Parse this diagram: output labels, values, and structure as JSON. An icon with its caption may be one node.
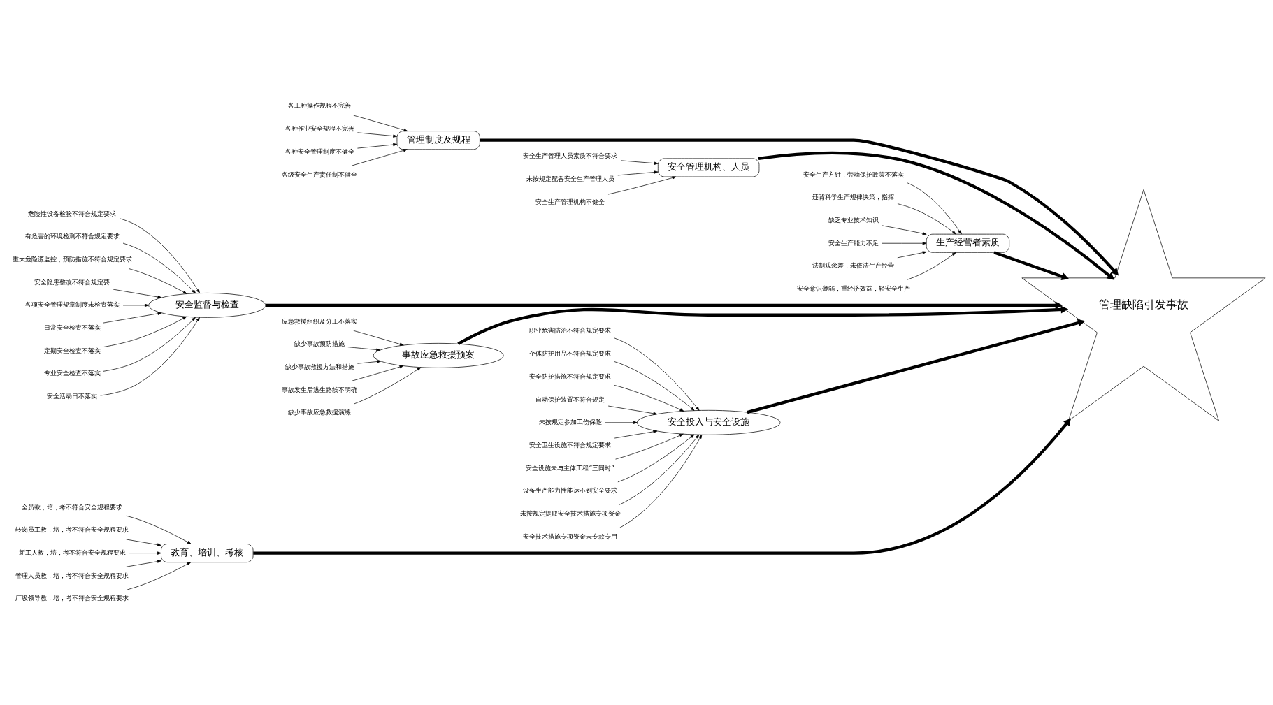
{
  "diagram": {
    "nodes": [
      {
        "text": [
          "教育、培训、考核"
        ]
      },
      {
        "text": [
          "全员教，培，考不符合安全规程要求"
        ]
      },
      {
        "text": [
          "转岗员工教，培，考不符合安全规程要求"
        ]
      },
      {
        "text": [
          "新工人教，培，考不符合安全规程要求"
        ]
      },
      {
        "text": [
          "管理人员教，培，考不符合安全规程要求"
        ]
      },
      {
        "text": [
          "厂级领导教，培，考不符合安全规程要求"
        ]
      },
      {
        "text": [
          "管理制度及规程"
        ]
      },
      {
        "text": [
          "各工种操作规程不完善"
        ]
      },
      {
        "text": [
          "各种作业安全规程不完善"
        ]
      },
      {
        "text": [
          "各种安全管理制度不健全"
        ]
      },
      {
        "text": [
          "各级安全生产责任制不健全"
        ]
      },
      {
        "text": [
          "安全管理机构、人员"
        ]
      },
      {
        "text": [
          "安全生产管理人员素质不符合要求"
        ]
      },
      {
        "text": [
          "未按规定配备安全生产管理人员"
        ]
      },
      {
        "text": [
          "安全生产管理机构不健全"
        ]
      },
      {
        "text": [
          "生产经营者素质"
        ]
      },
      {
        "text": [
          "安全生产方针，劳动保护政策不落实"
        ]
      },
      {
        "text": [
          "违背科学生产规律决策，指挥"
        ]
      },
      {
        "text": [
          "缺乏专业技术知识"
        ]
      },
      {
        "text": [
          "安全生产能力不足"
        ]
      },
      {
        "text": [
          "法制观念差，未依法生产经营"
        ]
      },
      {
        "text": [
          "安全意识薄弱，重经济效益，轻安全生产"
        ]
      },
      {
        "text": [
          "安全监督与检查"
        ]
      },
      {
        "text": [
          "危险性设备检验不符合规定要求"
        ]
      },
      {
        "text": [
          "有危害的环境检测不符合规定要求"
        ]
      },
      {
        "text": [
          "重大危险源监控，预防措施不符合规定要求"
        ]
      },
      {
        "text": [
          "安全隐患整改不符合规定要"
        ]
      },
      {
        "text": [
          "各项安全管理规章制度未检查落实"
        ]
      },
      {
        "text": [
          "日常安全检查不落实"
        ]
      },
      {
        "text": [
          "定期安全检查不落实"
        ]
      },
      {
        "text": [
          "专业安全检查不落实"
        ]
      },
      {
        "text": [
          "安全活动日不落实"
        ]
      },
      {
        "text": [
          "事故应急救援预案"
        ]
      },
      {
        "text": [
          "应急救援组织及分工不落实"
        ]
      },
      {
        "text": [
          "缺少事故预防措施"
        ]
      },
      {
        "text": [
          "缺少事故救援方法和措施"
        ]
      },
      {
        "text": [
          "事故发生后逃生路线不明确"
        ]
      },
      {
        "text": [
          "缺少事故应急救援演练"
        ]
      },
      {
        "text": [
          "安全投入与安全设施"
        ]
      },
      {
        "text": [
          "职业危害防治不符合规定要求"
        ]
      },
      {
        "text": [
          "个体防护用品不符合规定要求"
        ]
      },
      {
        "text": [
          "安全防护措施不符合规定要求"
        ]
      },
      {
        "text": [
          "自动保护装置不符合规定"
        ]
      },
      {
        "text": [
          "未按规定参加工伤保险"
        ]
      },
      {
        "text": [
          "安全卫生设施不符合规定要求"
        ]
      },
      {
        "text": [
          "安全设施未与主体工程“三同时”"
        ]
      },
      {
        "text": [
          "设备生产能力性能达不到安全要求"
        ]
      },
      {
        "text": [
          "未按规定提取安全技术措施专项资金"
        ]
      },
      {
        "text": [
          "安全技术措施专项资金未专款专用"
        ]
      },
      {
        "text": [
          "管理缺陷引发事故"
        ]
      }
    ],
    "edges": [
      {
        "from": 1,
        "to": 0,
        "arrow": "to"
      },
      {
        "from": 2,
        "to": 0,
        "arrow": "to"
      },
      {
        "from": 3,
        "to": 0,
        "arrow": "to"
      },
      {
        "from": 4,
        "to": 0,
        "arrow": "to"
      },
      {
        "from": 5,
        "to": 0,
        "arrow": "to"
      },
      {
        "from": 7,
        "to": 6,
        "arrow": "to"
      },
      {
        "from": 8,
        "to": 6,
        "arrow": "to"
      },
      {
        "from": 9,
        "to": 6,
        "arrow": "to"
      },
      {
        "from": 10,
        "to": 6,
        "arrow": "to"
      },
      {
        "from": 12,
        "to": 11,
        "arrow": "to"
      },
      {
        "from": 13,
        "to": 11,
        "arrow": "to"
      },
      {
        "from": 14,
        "to": 11,
        "arrow": "to"
      },
      {
        "from": 16,
        "to": 15,
        "arrow": "to"
      },
      {
        "from": 17,
        "to": 15,
        "arrow": "to"
      },
      {
        "from": 18,
        "to": 15,
        "arrow": "to"
      },
      {
        "from": 19,
        "to": 15,
        "arrow": "to"
      },
      {
        "from": 20,
        "to": 15,
        "arrow": "to"
      },
      {
        "from": 21,
        "to": 15,
        "arrow": "to"
      },
      {
        "from": 23,
        "to": 22,
        "arrow": "to"
      },
      {
        "from": 24,
        "to": 22,
        "arrow": "to"
      },
      {
        "from": 25,
        "to": 22,
        "arrow": "to"
      },
      {
        "from": 26,
        "to": 22,
        "arrow": "to"
      },
      {
        "from": 27,
        "to": 22,
        "arrow": "to"
      },
      {
        "from": 28,
        "to": 22,
        "arrow": "to"
      },
      {
        "from": 29,
        "to": 22,
        "arrow": "to"
      },
      {
        "from": 30,
        "to": 22,
        "arrow": "to"
      },
      {
        "from": 31,
        "to": 22,
        "arrow": "to"
      },
      {
        "from": 33,
        "to": 32,
        "arrow": "to"
      },
      {
        "from": 34,
        "to": 32,
        "arrow": "to"
      },
      {
        "from": 35,
        "to": 32,
        "arrow": "to"
      },
      {
        "from": 36,
        "to": 32,
        "arrow": "to"
      },
      {
        "from": 37,
        "to": 32,
        "arrow": "to"
      },
      {
        "from": 39,
        "to": 38,
        "arrow": "to"
      },
      {
        "from": 40,
        "to": 38,
        "arrow": "to"
      },
      {
        "from": 41,
        "to": 38,
        "arrow": "to"
      },
      {
        "from": 42,
        "to": 38,
        "arrow": "to"
      },
      {
        "from": 43,
        "to": 38,
        "arrow": "to"
      },
      {
        "from": 44,
        "to": 38,
        "arrow": "to"
      },
      {
        "from": 45,
        "to": 38,
        "arrow": "to"
      },
      {
        "from": 46,
        "to": 38,
        "arrow": "to"
      },
      {
        "from": 47,
        "to": 38,
        "arrow": "to"
      },
      {
        "from": 48,
        "to": 38,
        "arrow": "to"
      },
      {
        "from": 0,
        "to": 49,
        "arrow": "to",
        "style": "thick"
      },
      {
        "from": 6,
        "to": 49,
        "arrow": "to",
        "style": "thick"
      },
      {
        "from": 11,
        "to": 49,
        "arrow": "to",
        "style": "thick"
      },
      {
        "from": 15,
        "to": 49,
        "arrow": "to",
        "style": "thick"
      },
      {
        "from": 22,
        "to": 49,
        "arrow": "to",
        "style": "thick"
      },
      {
        "from": 32,
        "to": 49,
        "arrow": "to",
        "style": "thick"
      },
      {
        "from": 38,
        "to": 49,
        "arrow": "to",
        "style": "thick"
      }
    ]
  }
}
